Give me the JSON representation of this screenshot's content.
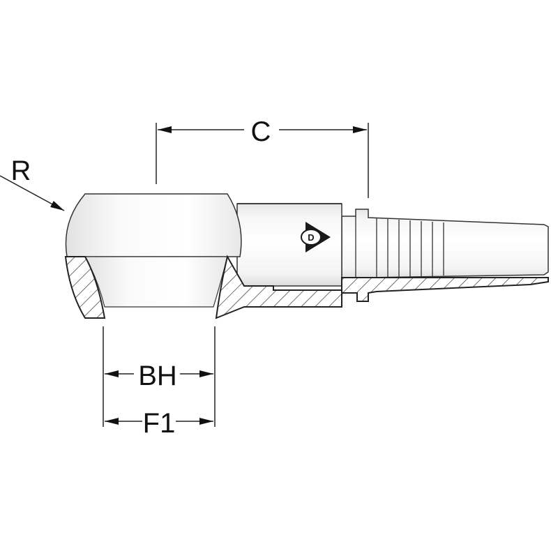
{
  "dimensions": {
    "c_label": "C",
    "r_label": "R",
    "bh_label": "BH",
    "f1_label": "F1"
  },
  "logo": {
    "brand_initial": "D",
    "icon": "dunlop-d-logo"
  },
  "colors": {
    "line": "#222222",
    "metal_light": "#ffffff",
    "metal_shade": "#d4d4d4"
  }
}
